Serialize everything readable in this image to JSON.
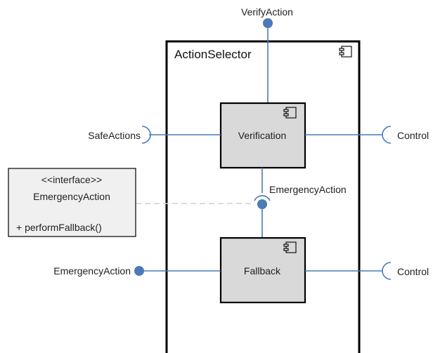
{
  "container": {
    "title": "ActionSelector",
    "icon": "component-icon"
  },
  "components": {
    "verification": {
      "label": "Verification",
      "icon": "component-icon"
    },
    "fallback": {
      "label": "Fallback",
      "icon": "component-icon"
    }
  },
  "ports": {
    "verify_action": "VerifyAction",
    "safe_actions": "SafeActions",
    "control_top": "Control",
    "emergency_action_internal": "EmergencyAction",
    "emergency_action_left": "EmergencyAction",
    "control_bottom": "Control"
  },
  "interface_note": {
    "stereotype": "<<interface>>",
    "name": "EmergencyAction",
    "operation": "+ performFallback()"
  },
  "colors": {
    "wire": "#4a7ab8",
    "component_fill": "#d9d9d9",
    "note_fill": "#f0f0f0"
  }
}
